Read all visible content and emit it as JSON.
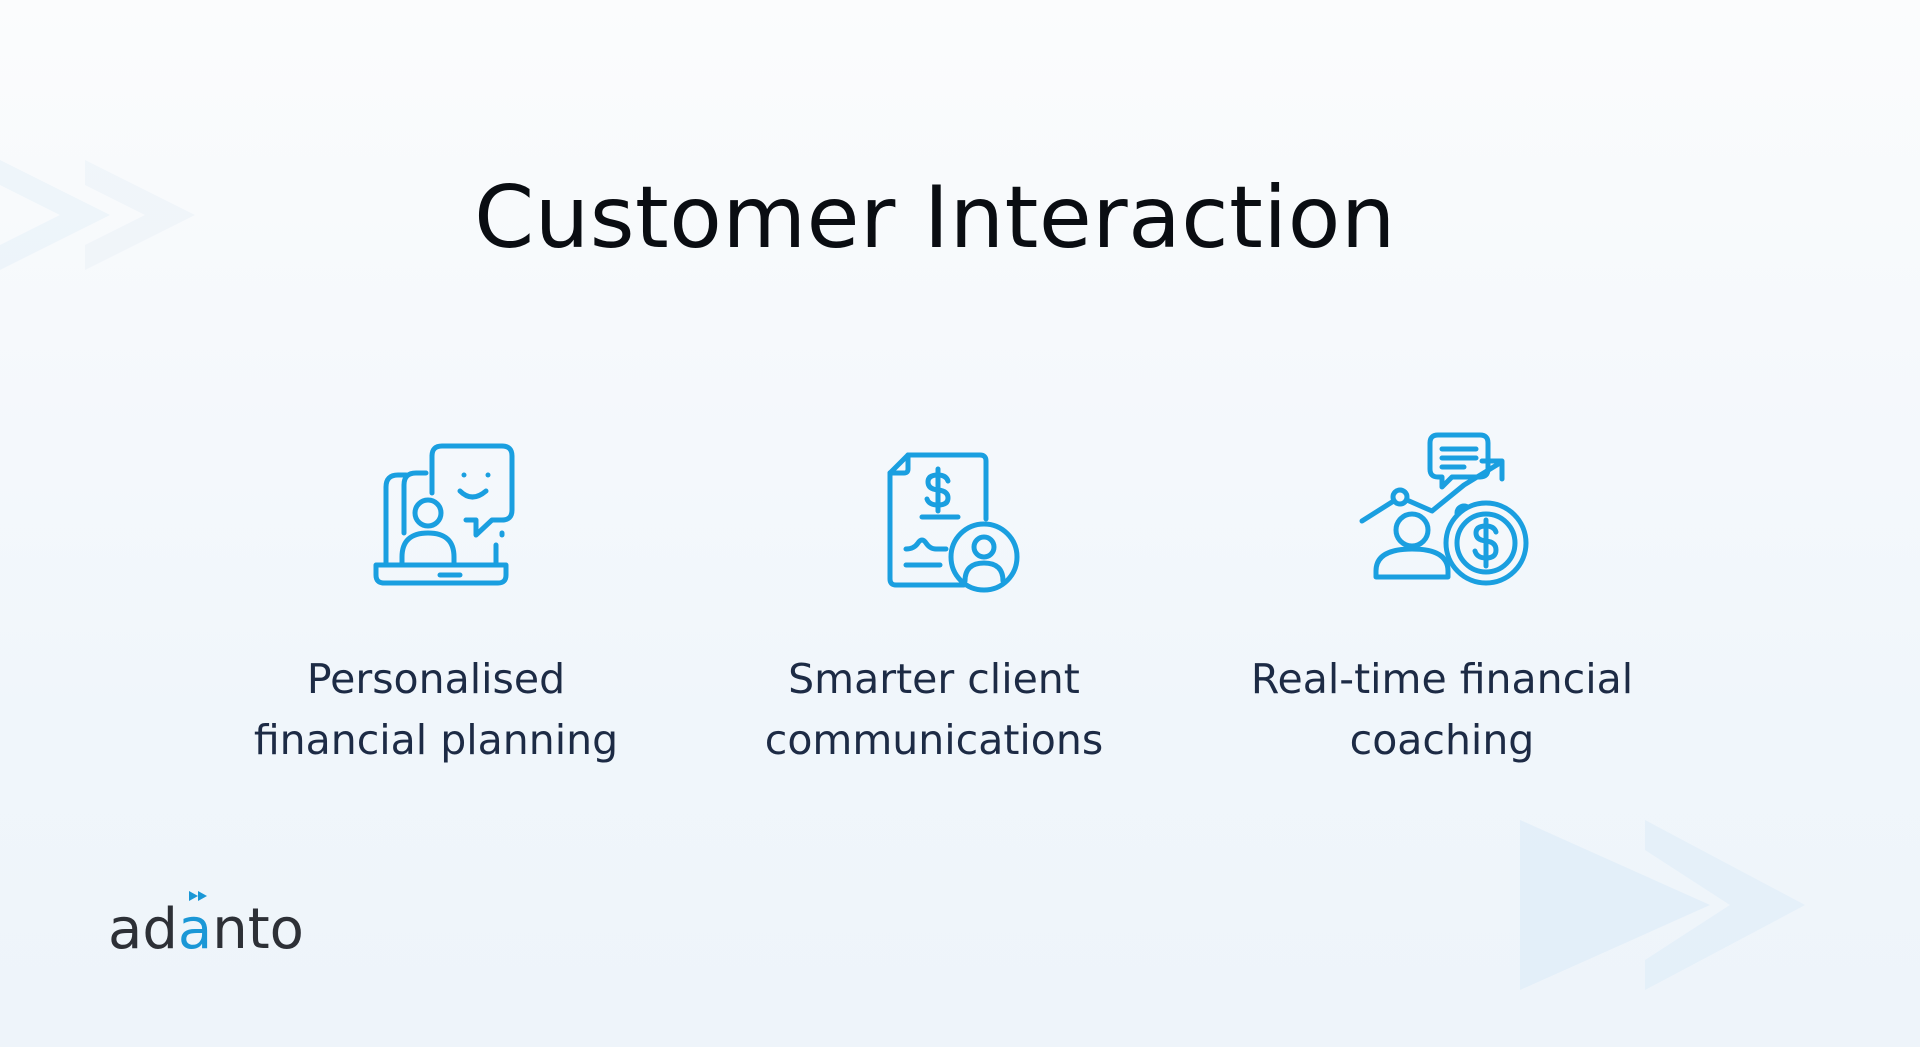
{
  "slide": {
    "title": "Customer Interaction",
    "features": [
      {
        "icon": "laptop-chat-person-icon",
        "label_lines": [
          "Personalised",
          "financial planning"
        ]
      },
      {
        "icon": "document-dollar-person-icon",
        "label_lines": [
          "Smarter client",
          "communications"
        ]
      },
      {
        "icon": "coaching-growth-dollar-icon",
        "label_lines": [
          "Real-time financial",
          "coaching"
        ]
      }
    ]
  },
  "brand": {
    "logo_text_before": "ad",
    "logo_text_accent": "a",
    "logo_text_after": "nto",
    "accent_color": "#1a97d6",
    "icon_color": "#1a9fe0",
    "text_color": "#1d2b45"
  }
}
